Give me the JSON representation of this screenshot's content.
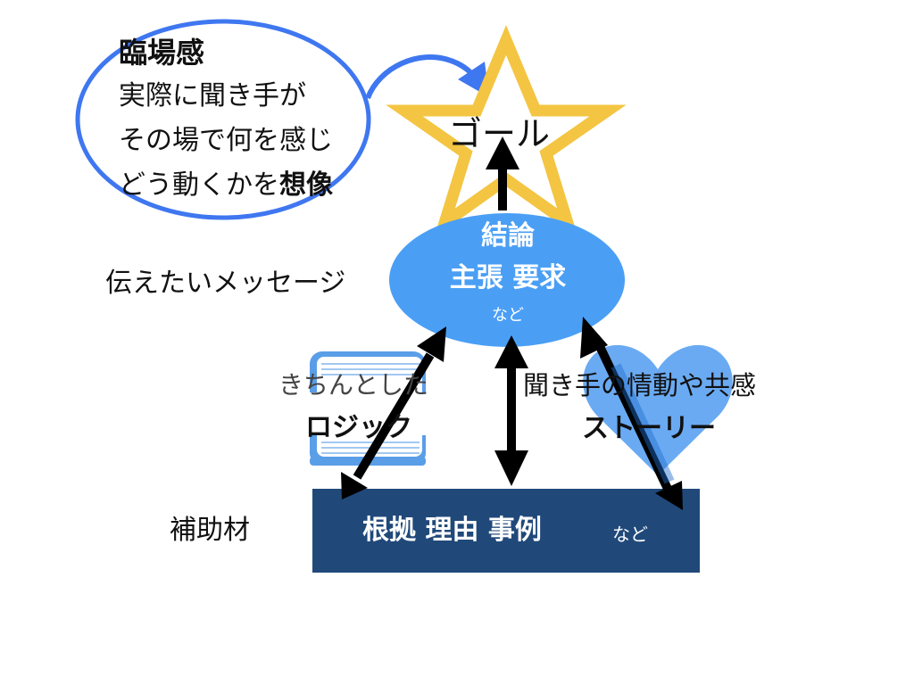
{
  "imagination": {
    "title": "臨場感",
    "line1": "実際に聞き手が",
    "line2": "その場で何を感じ",
    "line3_prefix": "どう動くかを",
    "line3_emphasis": "想像"
  },
  "goal": {
    "label": "ゴール"
  },
  "message_label": "伝えたいメッセージ",
  "conclusion": {
    "title": "結論",
    "main": "主張 要求",
    "etc": "など"
  },
  "logic": {
    "sub": "きちんとした",
    "main": "ロジック"
  },
  "story": {
    "sub": "聞き手の情動や共感",
    "main": "ストーリー"
  },
  "support_label": "補助材",
  "evidence": {
    "main": "根拠 理由 事例",
    "etc": "など"
  },
  "colors": {
    "ellipse_outline": "#3f77f0",
    "star": "#f4c542",
    "conclusion_fill": "#4a9ff5",
    "heart_fill": "#6aaaf2",
    "book_blue": "#5a9ee8",
    "evidence_fill": "#20497a",
    "arrow": "#000000"
  },
  "icons": [
    "star-icon",
    "book-icon",
    "heart-icon"
  ]
}
